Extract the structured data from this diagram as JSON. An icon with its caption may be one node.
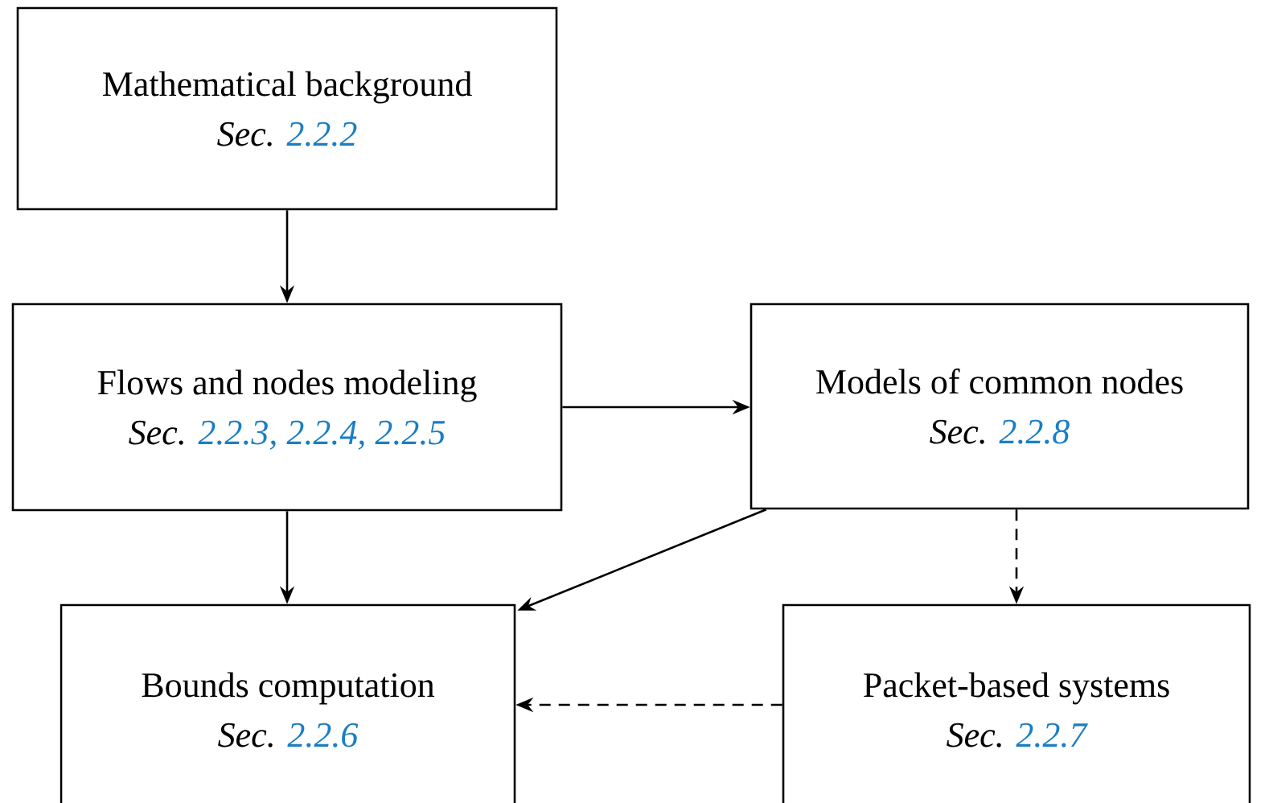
{
  "diagram": {
    "nodes": [
      {
        "text": [
          "Mathematical background",
          "Sec.",
          "2.2.2"
        ]
      },
      {
        "text": [
          "Flows and nodes modeling",
          "Sec.",
          "2.2.3,",
          "2.2.4,",
          "2.2.5"
        ]
      },
      {
        "text": [
          "Models of common nodes",
          "Sec.",
          "2.2.8"
        ]
      },
      {
        "text": [
          "Bounds computation",
          "Sec.",
          "2.2.6"
        ]
      },
      {
        "text": [
          "Packet-based systems",
          "Sec.",
          "2.2.7"
        ]
      }
    ],
    "edges": [
      {
        "from": 0,
        "to": 1,
        "arrow": "to"
      },
      {
        "from": 1,
        "to": 2,
        "arrow": "to"
      },
      {
        "from": 1,
        "to": 3,
        "arrow": "to"
      },
      {
        "from": 2,
        "to": 3,
        "arrow": "to"
      },
      {
        "from": 2,
        "to": 4,
        "arrow": "to",
        "style": "dashed"
      },
      {
        "from": 4,
        "to": 3,
        "arrow": "to",
        "style": "dashed"
      }
    ]
  }
}
